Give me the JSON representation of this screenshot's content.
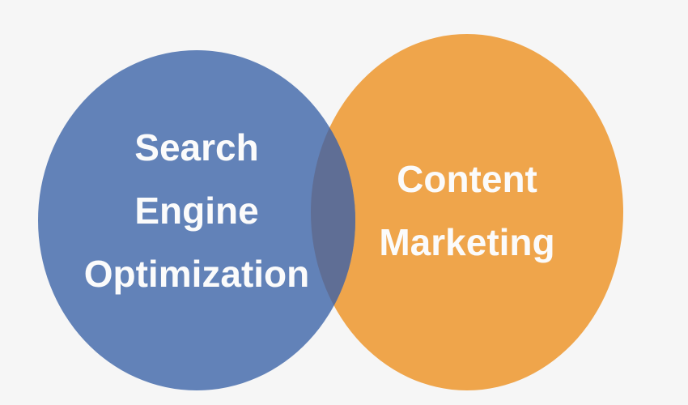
{
  "diagram": {
    "type": "venn",
    "sets": [
      {
        "label_lines": [
          "Search",
          "Engine",
          "Optimization"
        ],
        "color": "#6282b8"
      },
      {
        "label_lines": [
          "Content",
          "Marketing"
        ],
        "color": "#efa54b"
      }
    ],
    "overlap_color": "#5f6e95"
  }
}
